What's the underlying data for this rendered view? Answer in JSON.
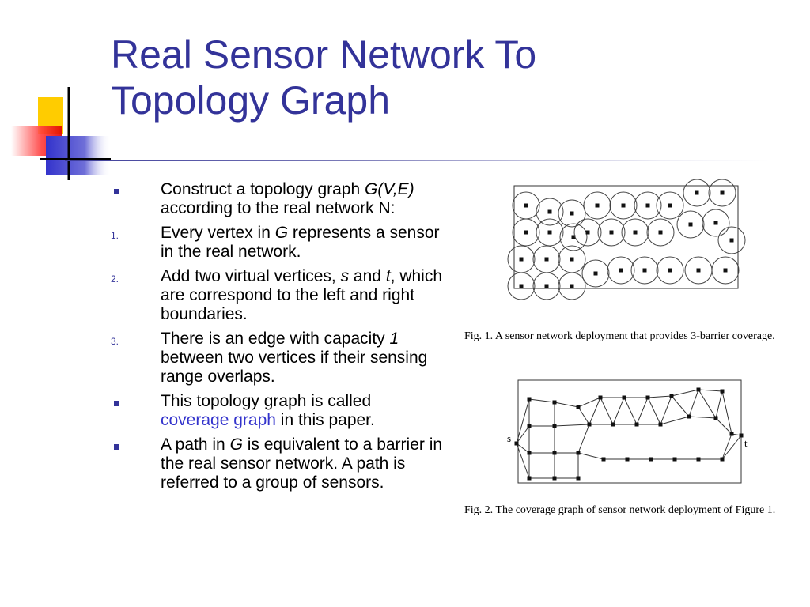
{
  "slide": {
    "title_line1": "Real Sensor Network To",
    "title_line2": "Topology Graph",
    "title_color": "#333399"
  },
  "content": {
    "b1_text1": "Construct a topology graph ",
    "b1_italic": "G(V,E)",
    "b1_text2": " according to the real network N:",
    "n1_marker": "1.",
    "n1_text1": "Every vertex in ",
    "n1_italic": "G",
    "n1_text2": " represents a sensor in the real network.",
    "n2_marker": "2.",
    "n2_text1": "Add two virtual vertices, ",
    "n2_italic1": "s",
    "n2_text2": " and ",
    "n2_italic2": "t",
    "n2_text3": ", which are correspond to the left and right boundaries.",
    "n3_marker": "3.",
    "n3_text1": "There is an edge with capacity ",
    "n3_italic": "1",
    "n3_text2": " between two vertices if their sensing range overlaps.",
    "b2_text1": "This topology graph is called ",
    "b2_link": "coverage graph",
    "b2_text2": " in this paper.",
    "b3_text1": "A path in ",
    "b3_italic": "G",
    "b3_text2": " is equivalent to a barrier in the real sensor network. A path is referred to a group of sensors."
  },
  "figures": {
    "fig1_caption": "Fig. 1.    A sensor network deployment that provides 3-barrier coverage.",
    "fig2_caption": "Fig. 2.    The coverage graph of sensor network deployment of Figure 1.",
    "label_s": "s",
    "label_t": "t"
  }
}
